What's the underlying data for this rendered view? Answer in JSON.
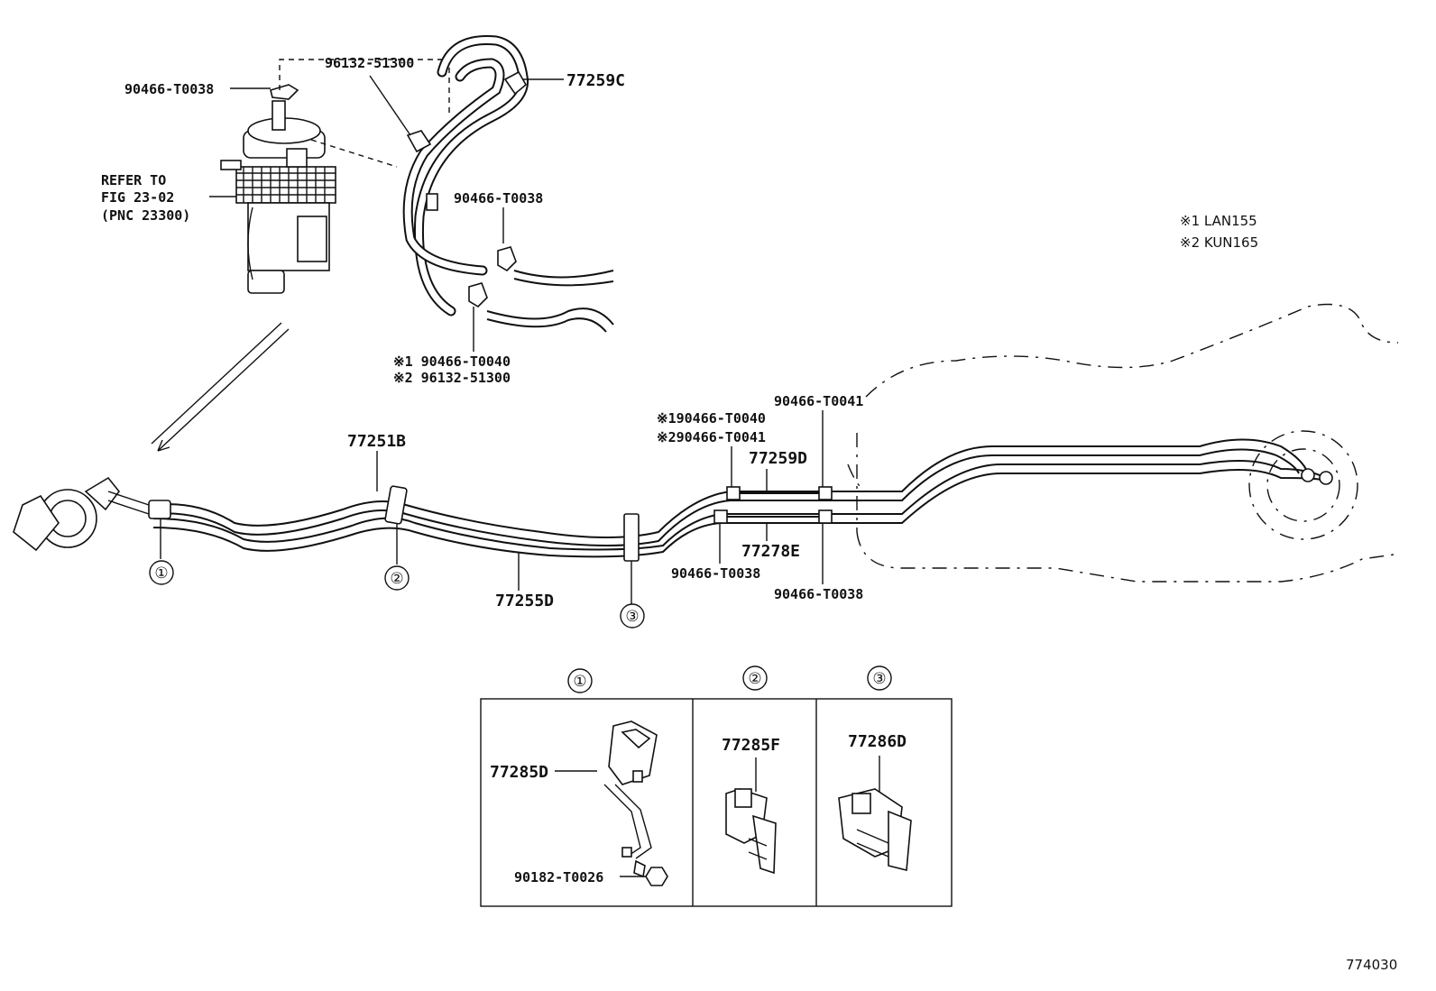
{
  "labels": {
    "clip_top_left": "90466-T0038",
    "refer_line1": "REFER TO",
    "refer_line2": "FIG 23-02",
    "refer_line3": "(PNC 23300)",
    "clip_top": "96132-51300",
    "hose_c": "77259C",
    "clip_mid": "90466-T0038",
    "clip_low_1": "※1 90466-T0040",
    "clip_low_2": "※2 96132-51300",
    "note_1": "※1 LAN155",
    "note_2": "※2 KUN165",
    "clip_right_top": "90466-T0041",
    "clip_right_1": "※190466-T0040",
    "clip_right_2": "※290466-T0041",
    "tube_b": "77251B",
    "hose_d": "77259D",
    "hose_e": "77278E",
    "clip_right_low1": "90466-T0038",
    "clip_right_low2": "90466-T0038",
    "tube_d": "77255D",
    "clamp_1": "77285D",
    "bolt_1": "90182-T0026",
    "clamp_2": "77285F",
    "clamp_3": "77286D",
    "fig_code": "774030"
  },
  "markers": [
    "①",
    "②",
    "③"
  ],
  "detail_panels": [
    "①",
    "②",
    "③"
  ]
}
